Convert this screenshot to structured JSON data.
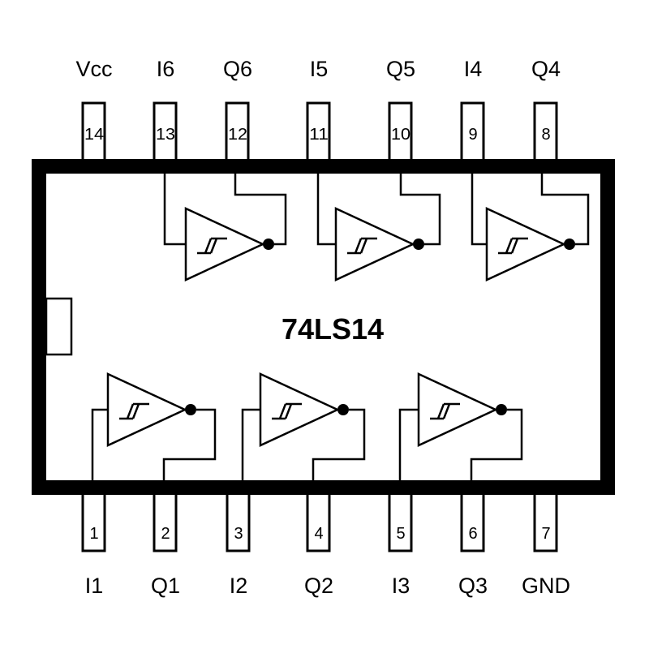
{
  "chip": {
    "name": "74LS14"
  },
  "top_pins": [
    {
      "number": "14",
      "label": "Vcc"
    },
    {
      "number": "13",
      "label": "I6"
    },
    {
      "number": "12",
      "label": "Q6"
    },
    {
      "number": "11",
      "label": "I5"
    },
    {
      "number": "10",
      "label": "Q5"
    },
    {
      "number": "9",
      "label": "I4"
    },
    {
      "number": "8",
      "label": "Q4"
    }
  ],
  "bottom_pins": [
    {
      "number": "1",
      "label": "I1"
    },
    {
      "number": "2",
      "label": "Q1"
    },
    {
      "number": "3",
      "label": "I2"
    },
    {
      "number": "4",
      "label": "Q2"
    },
    {
      "number": "5",
      "label": "I3"
    },
    {
      "number": "6",
      "label": "Q3"
    },
    {
      "number": "7",
      "label": "GND"
    }
  ],
  "gates": [
    {
      "type": "schmitt-trigger-inverter",
      "input": "I1",
      "output": "Q1"
    },
    {
      "type": "schmitt-trigger-inverter",
      "input": "I2",
      "output": "Q2"
    },
    {
      "type": "schmitt-trigger-inverter",
      "input": "I3",
      "output": "Q3"
    },
    {
      "type": "schmitt-trigger-inverter",
      "input": "I4",
      "output": "Q4"
    },
    {
      "type": "schmitt-trigger-inverter",
      "input": "I5",
      "output": "Q5"
    },
    {
      "type": "schmitt-trigger-inverter",
      "input": "I6",
      "output": "Q6"
    }
  ]
}
